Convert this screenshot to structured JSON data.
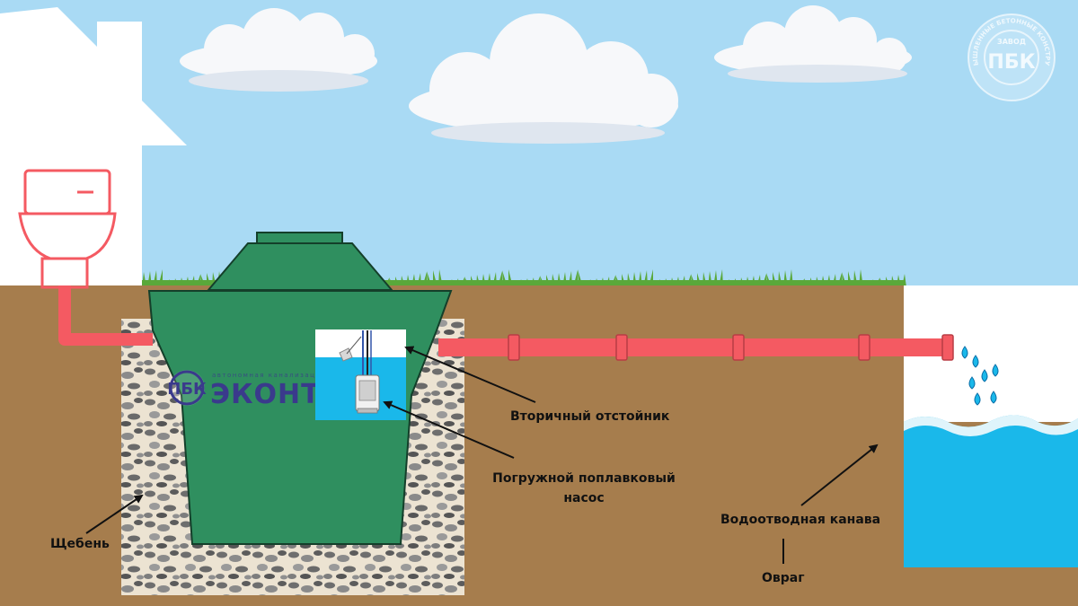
{
  "colors": {
    "sky": "#a9daf4",
    "soil": "#a67d4d",
    "grass": "#5aa83a",
    "tank": "#2f8f5f",
    "tank_dark": "#1f6b45",
    "pipe": "#f45a62",
    "water": "#1ab8ea",
    "gravel_bg": "#ece3d2",
    "brand": "#3a3a8c"
  },
  "labels": {
    "secondary_settler": "Вторичный отстойник",
    "pump_line1": "Погружной поплавковый",
    "pump_line2": "насос",
    "gravel": "Щебень",
    "drainage_ditch": "Водоотводная канава",
    "ravine": "Овраг"
  },
  "tank_brand": {
    "logo_text": "ПБК",
    "name": "ЭКОНТ",
    "small_text": "автономная  канализация"
  },
  "corner_logo": {
    "letters": "ПБК",
    "top_text": "ЗАВОД",
    "ring_text": "ПРОМЫШЛЕННЫЕ БЕТОННЫЕ КОНСТРУКЦИИ"
  }
}
